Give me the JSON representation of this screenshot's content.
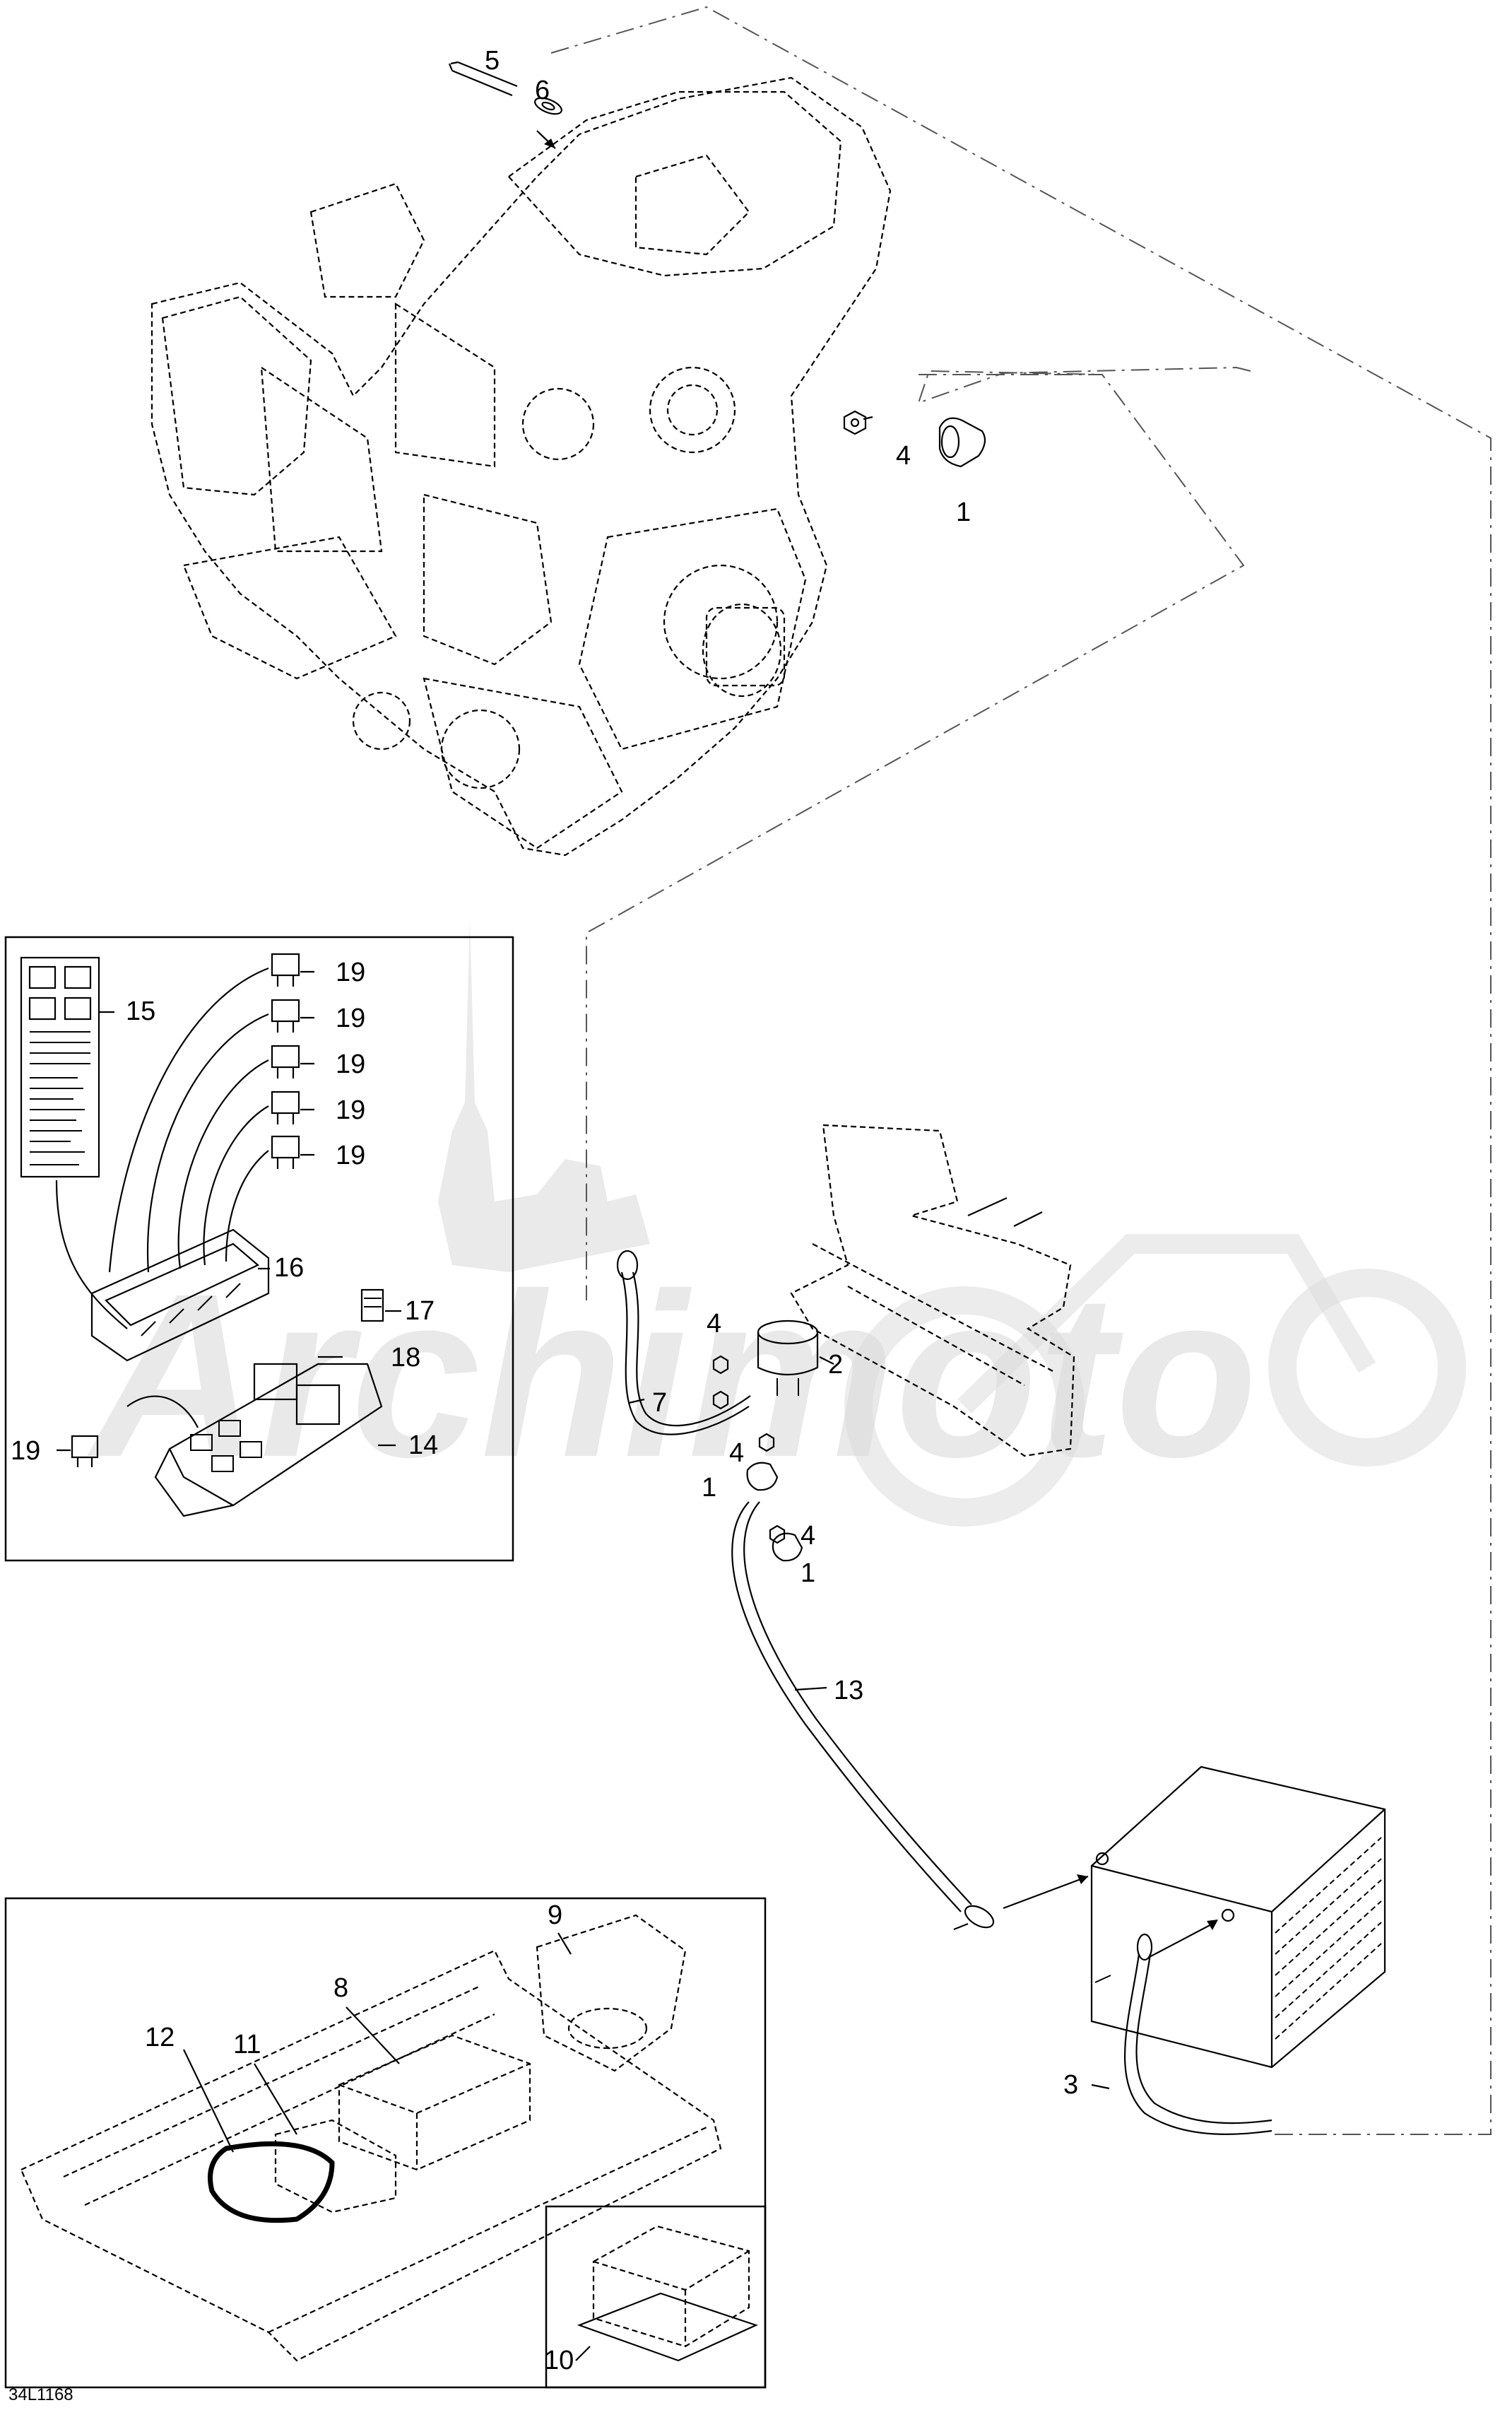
{
  "diagram": {
    "reference": "34L1168",
    "watermark": "Archimoto",
    "callouts": [
      {
        "id": "c5",
        "label": "5"
      },
      {
        "id": "c6",
        "label": "6"
      },
      {
        "id": "c4a",
        "label": "4"
      },
      {
        "id": "c1a",
        "label": "1"
      },
      {
        "id": "c15",
        "label": "15"
      },
      {
        "id": "c19a",
        "label": "19"
      },
      {
        "id": "c19b",
        "label": "19"
      },
      {
        "id": "c19c",
        "label": "19"
      },
      {
        "id": "c19d",
        "label": "19"
      },
      {
        "id": "c19e",
        "label": "19"
      },
      {
        "id": "c16",
        "label": "16"
      },
      {
        "id": "c17",
        "label": "17"
      },
      {
        "id": "c18",
        "label": "18"
      },
      {
        "id": "c19f",
        "label": "19"
      },
      {
        "id": "c14",
        "label": "14"
      },
      {
        "id": "c4b",
        "label": "4"
      },
      {
        "id": "c2",
        "label": "2"
      },
      {
        "id": "c7",
        "label": "7"
      },
      {
        "id": "c4c",
        "label": "4"
      },
      {
        "id": "c1b",
        "label": "1"
      },
      {
        "id": "c4d",
        "label": "4"
      },
      {
        "id": "c1c",
        "label": "1"
      },
      {
        "id": "c13",
        "label": "13"
      },
      {
        "id": "c9",
        "label": "9"
      },
      {
        "id": "c8",
        "label": "8"
      },
      {
        "id": "c12",
        "label": "12"
      },
      {
        "id": "c11",
        "label": "11"
      },
      {
        "id": "c3",
        "label": "3"
      },
      {
        "id": "c10",
        "label": "10"
      }
    ]
  }
}
